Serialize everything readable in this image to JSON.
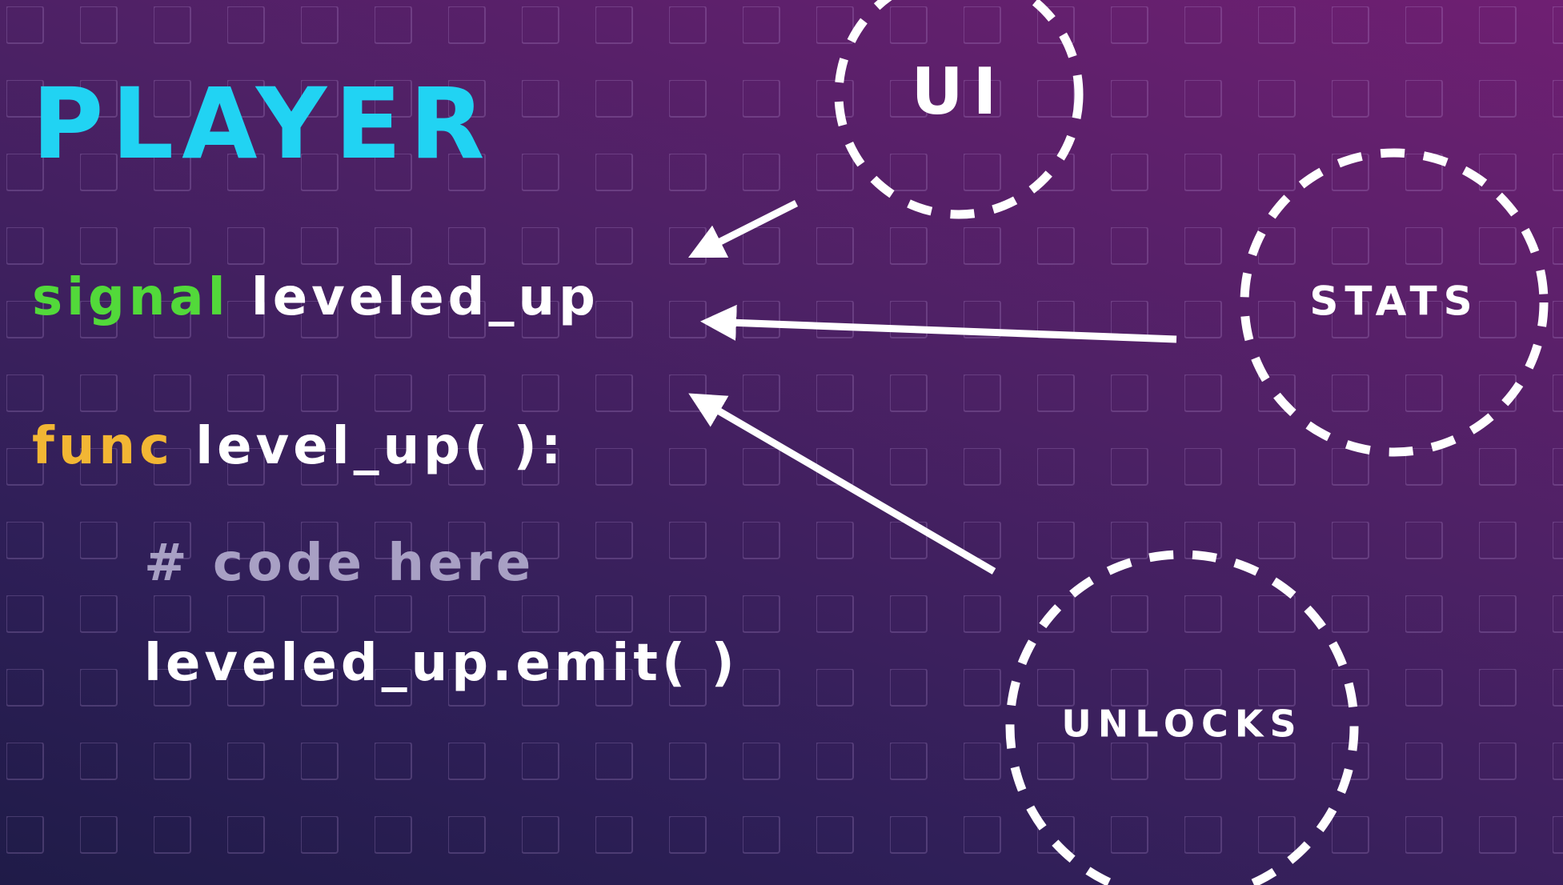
{
  "title": "PLAYER",
  "colors": {
    "title": "#21d3f3",
    "keyword_signal": "#52d93a",
    "keyword_func": "#f2b634",
    "comment": "#a8a0c4",
    "code": "#ffffff",
    "dashed_circle": "#ffffff"
  },
  "code": {
    "signal_keyword": "signal",
    "signal_name": "leveled_up",
    "func_keyword": "func",
    "func_signature": "level_up( ):",
    "comment": "# code here",
    "emit_call": "leveled_up.emit( )"
  },
  "nodes": {
    "ui": "UI",
    "stats": "STATS",
    "unlocks": "UNLOCKS"
  }
}
